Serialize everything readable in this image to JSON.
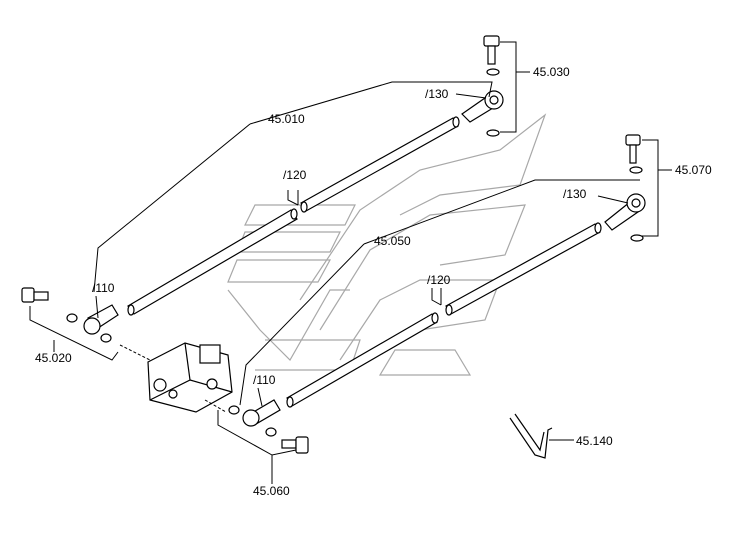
{
  "labels": {
    "p45_010": "45.010",
    "p45_020": "45.020",
    "p45_030": "45.030",
    "p45_050": "45.050",
    "p45_060": "45.060",
    "p45_070": "45.070",
    "p45_140": "45.140",
    "sub110_a": "/110",
    "sub110_b": "/110",
    "sub120_a": "/120",
    "sub120_b": "/120",
    "sub130_a": "/130",
    "sub130_b": "/130"
  },
  "colors": {
    "line": "#000000",
    "watermark": "#a8a8a8",
    "background": "#ffffff"
  }
}
